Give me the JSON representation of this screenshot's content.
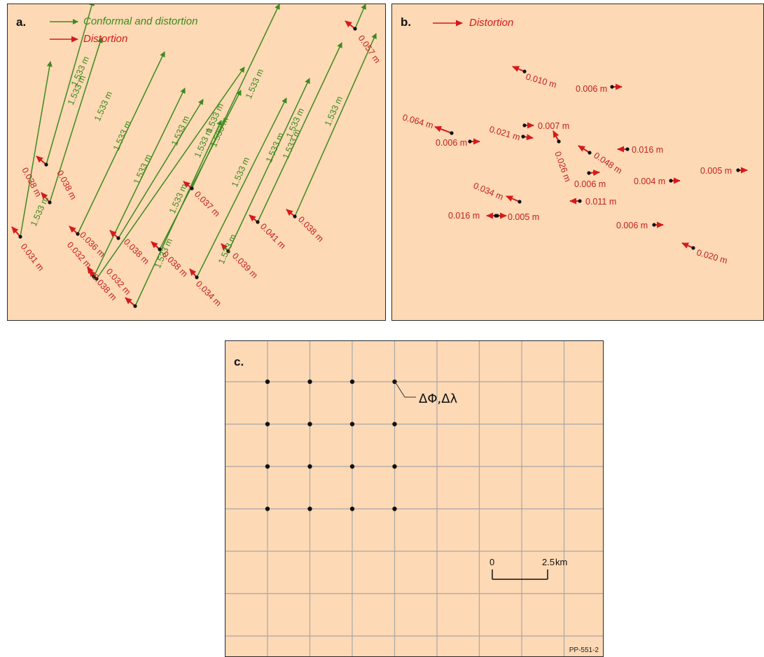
{
  "panel_a": {
    "label": "a.",
    "legend": [
      {
        "text": "Conformal and distortion",
        "color": "#3d8a1f"
      },
      {
        "text": "Distortion",
        "color": "#d41b1b"
      }
    ],
    "green_arrow_label": "1.533 m",
    "points": [
      {
        "red": "0.031 m"
      },
      {
        "red": "0.038 m"
      },
      {
        "red": "0.038 m"
      },
      {
        "red": "0.036 m"
      },
      {
        "red": "0.032 m"
      },
      {
        "red": "0.032 m"
      },
      {
        "red": "0.038 m"
      },
      {
        "red": "0.038 m"
      },
      {
        "red": "0.038 m"
      },
      {
        "red": "0.037 m"
      },
      {
        "red": "0.034 m"
      },
      {
        "red": "0.039 m"
      },
      {
        "red": "0.041 m"
      },
      {
        "red": "0.038 m"
      },
      {
        "red": "0.057 m"
      }
    ],
    "green_label_count": 19
  },
  "panel_b": {
    "label": "b.",
    "legend": [
      {
        "text": "Distortion",
        "color": "#d41b1b"
      }
    ],
    "points": [
      {
        "label": "0.010 m"
      },
      {
        "label": "0.006 m"
      },
      {
        "label": "0.064 m"
      },
      {
        "label": "0.006 m"
      },
      {
        "label": "0.021 m"
      },
      {
        "label": "0.007 m"
      },
      {
        "label": "0.026 m"
      },
      {
        "label": "0.048 m"
      },
      {
        "label": "0.016 m"
      },
      {
        "label": "0.006 m"
      },
      {
        "label": "0.005 m"
      },
      {
        "label": "0.034 m"
      },
      {
        "label": "0.004 m"
      },
      {
        "label": "0.011 m"
      },
      {
        "label": "0.016 m"
      },
      {
        "label": "0.005 m"
      },
      {
        "label": "0.006 m"
      },
      {
        "label": "0.020 m"
      }
    ]
  },
  "panel_c": {
    "label": "c.",
    "annotation": "ΔΦ,Δλ",
    "scale_bar": {
      "left": "0",
      "right": "2.5",
      "unit": "km"
    },
    "figure_id": "PP-551-2"
  },
  "colors": {
    "background": "#fdd9b5",
    "green": "#3d8a1f",
    "red": "#d41b1b",
    "grid": "#a8a8a8",
    "point": "#111111"
  }
}
